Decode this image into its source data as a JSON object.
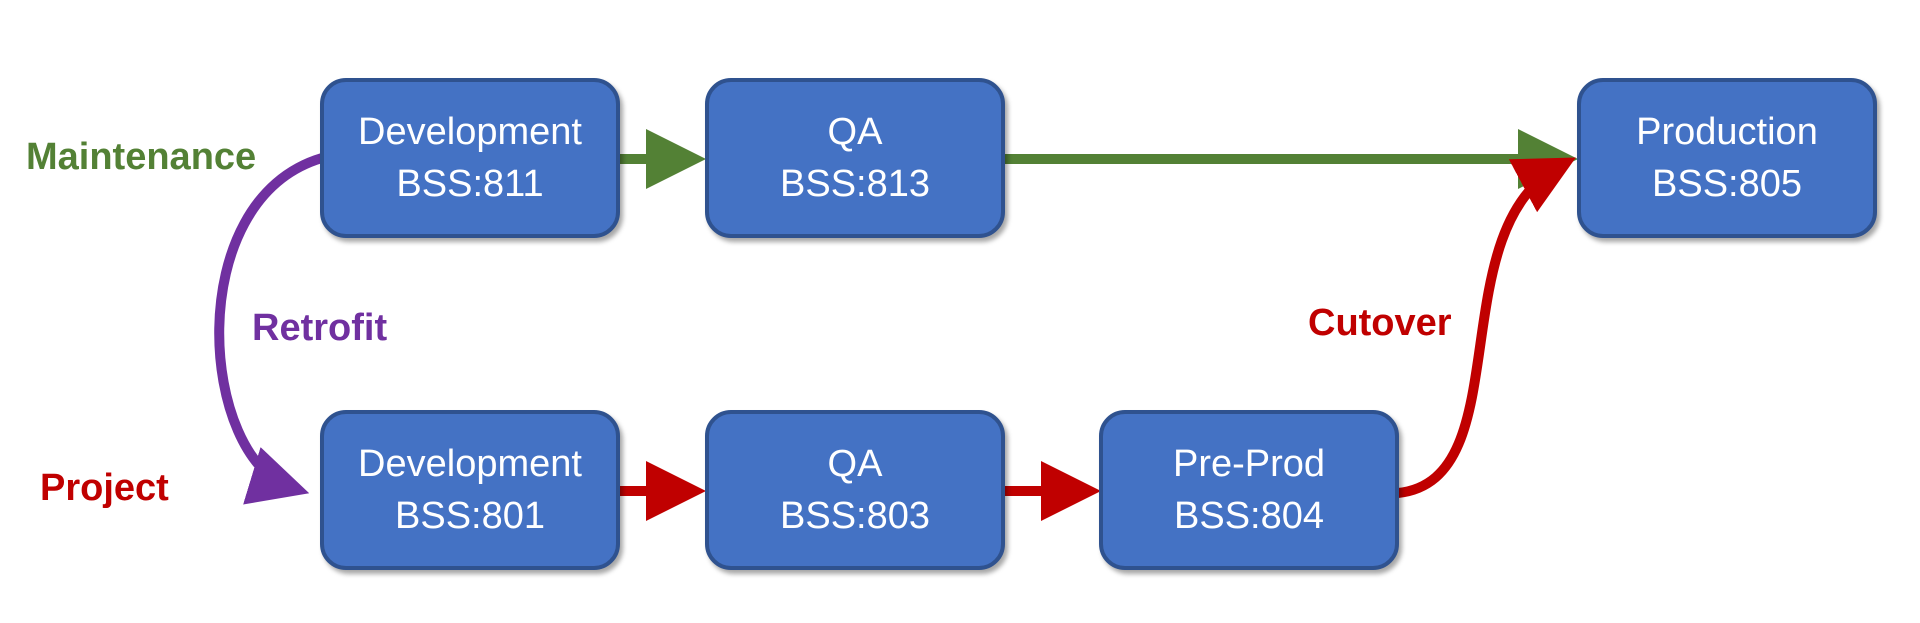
{
  "nodes": {
    "dev811": {
      "line1": "Development",
      "line2": "BSS:811"
    },
    "qa813": {
      "line1": "QA",
      "line2": "BSS:813"
    },
    "prod805": {
      "line1": "Production",
      "line2": "BSS:805"
    },
    "dev801": {
      "line1": "Development",
      "line2": "BSS:801"
    },
    "qa803": {
      "line1": "QA",
      "line2": "BSS:803"
    },
    "pre804": {
      "line1": "Pre-Prod",
      "line2": "BSS:804"
    }
  },
  "labels": {
    "maintenance": "Maintenance",
    "project": "Project",
    "retrofit": "Retrofit",
    "cutover": "Cutover"
  },
  "colors": {
    "box_fill": "#4472c4",
    "box_border": "#2f528f",
    "maintenance": "#538135",
    "project": "#c00000",
    "retrofit": "#7030a0",
    "cutover": "#c00000"
  }
}
